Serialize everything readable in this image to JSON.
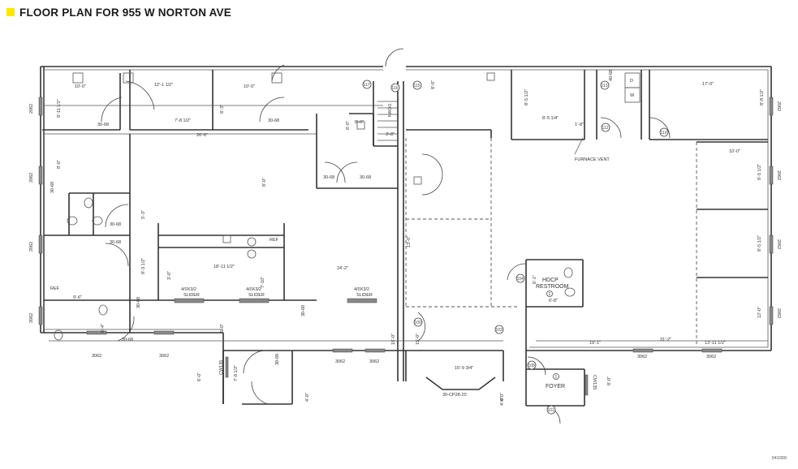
{
  "header": {
    "title": "FLOOR PLAN FOR 955 W NORTON AVE",
    "accent_color": "#ffe600"
  },
  "plan": {
    "exterior_windows": [
      "2062",
      "2062",
      "2062",
      "2062",
      "3062",
      "3062",
      "3062",
      "3062",
      "3062",
      "3062",
      "2062",
      "2062",
      "2062",
      "2062"
    ],
    "door_labels": [
      "30-68",
      "30-68",
      "30-68",
      "30-68",
      "30-68",
      "30-68",
      "30-68",
      "30-68",
      "30-68",
      "30-68",
      "30-68",
      "40-68"
    ],
    "sliders": [
      {
        "code": "4/0X3/2",
        "label": "SLIDER"
      },
      {
        "code": "4/0X3/2",
        "label": "SLIDER"
      },
      {
        "code": "4/0X3/2",
        "label": "SLIDER"
      }
    ],
    "bay_window": "30-CP28-20",
    "closets": [
      "CW135",
      "CW135"
    ],
    "dimensions": {
      "d1": "10'-0\"",
      "d2": "12'-1 1/2\"",
      "d3": "10'-0\"",
      "d4": "7'-8 1/2\"",
      "d5": "8'-3\"",
      "d6": "8'-11 1/2\"",
      "d7": "26'-6\"",
      "d8": "8'-0\"",
      "d9": "5'-3\"",
      "d10": "9'-3 1/2\"",
      "d11": "9'-6\"",
      "d12": "6'-4\"",
      "d13": "18'-11 1/2\"",
      "d14": "3'-0\"",
      "d15": "7'-10\"",
      "d16": "24'-2\"",
      "d17": "8'-0\"",
      "d18": "5'-0\"",
      "d19": "6'-0\"",
      "d20": "7'-8 1/2\"",
      "d21": "4'-0\"",
      "d22": "15'-0\"",
      "d23": "15'-0\"",
      "d24": "15'-9 3/4\"",
      "d25": "4'-0\"",
      "d26": "6'-1\"",
      "d27": "13'-0\"",
      "d28": "8'-0\"",
      "d29": "3'-8\"",
      "d30": "8'-0\"",
      "d31": "8'-5 1/2\"",
      "d32": "8'-5 1/4\"",
      "d33": "1'-8\"",
      "d34": "17'-0\"",
      "d35": "8'-8 1/2\"",
      "d36": "10'-0\"",
      "d37": "8'-5 1/2\"",
      "d38": "8'-5 1/2\"",
      "d39": "12'-0\"",
      "d40": "19'-1\"",
      "d41": "31'-2\"",
      "d42": "13'-11 1/2\"",
      "d43": "8'-0\"",
      "d44": "6'-8\"",
      "d45": "4'-0\"",
      "d46": "8'-0\""
    },
    "annotations": {
      "ref1": "REF",
      "ref2": "REF",
      "down": "DOWN",
      "furnace_vent": "FURNACE VENT",
      "washer": "W",
      "dryer": "D"
    },
    "rooms": {
      "hdcp_line1": "HDCP",
      "hdcp_line2": "RESTROOM",
      "hdcp_num": "2",
      "foyer": "FOYER",
      "foyer_num": "1"
    },
    "door_numbers": [
      "117",
      "116",
      "115",
      "113",
      "112",
      "110",
      "109",
      "108",
      "104",
      "103",
      "101"
    ]
  },
  "footer": {
    "code": "041009"
  }
}
